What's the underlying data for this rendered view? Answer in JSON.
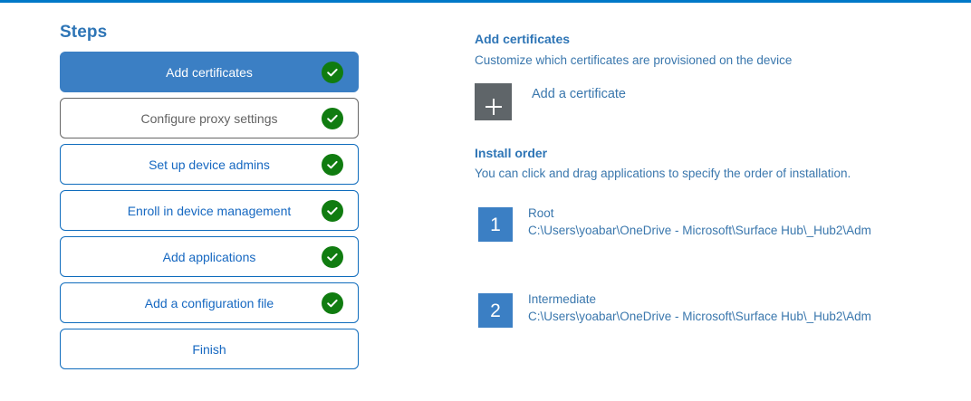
{
  "theme": {
    "accent_blue": "#0078c8",
    "step_active_bg": "#3b7fc4",
    "step_border_blue": "#0f6cbd",
    "step_border_gray": "#666666",
    "check_green": "#107c10",
    "tile_gray": "#5f6569",
    "heading_blue": "#2e75b6",
    "body_blue": "#3a77ad"
  },
  "steps_panel": {
    "heading": "Steps",
    "items": [
      {
        "label": "Add certificates",
        "state": "active",
        "completed": true,
        "check_icon": "check-circle-icon"
      },
      {
        "label": "Configure proxy settings",
        "state": "hover",
        "completed": true,
        "check_icon": "check-circle-icon"
      },
      {
        "label": "Set up device admins",
        "state": "default",
        "completed": true,
        "check_icon": "check-circle-icon"
      },
      {
        "label": "Enroll in device management",
        "state": "default",
        "completed": true,
        "check_icon": "check-circle-icon"
      },
      {
        "label": "Add applications",
        "state": "default",
        "completed": true,
        "check_icon": "check-circle-icon"
      },
      {
        "label": "Add a configuration file",
        "state": "default",
        "completed": true,
        "check_icon": "check-circle-icon"
      },
      {
        "label": "Finish",
        "state": "default",
        "completed": false,
        "check_icon": ""
      }
    ]
  },
  "detail_panel": {
    "certificates": {
      "title": "Add certificates",
      "subtitle": "Customize which certificates are provisioned on the device",
      "add_button": {
        "icon": "plus-icon",
        "label": "Add a certificate"
      }
    },
    "install_order": {
      "title": "Install order",
      "subtitle": "You can click and drag applications to specify the order of installation.",
      "items": [
        {
          "number": "1",
          "name": "Root",
          "path": "C:\\Users\\yoabar\\OneDrive - Microsoft\\Surface Hub\\_Hub2\\Adm"
        },
        {
          "number": "2",
          "name": "Intermediate",
          "path": "C:\\Users\\yoabar\\OneDrive - Microsoft\\Surface Hub\\_Hub2\\Adm"
        }
      ]
    }
  }
}
